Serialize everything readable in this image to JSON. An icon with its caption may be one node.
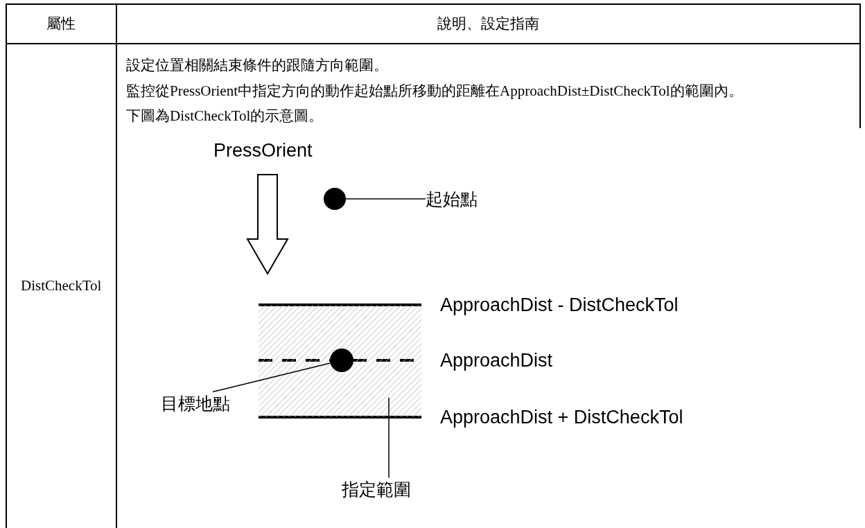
{
  "diagram": {
    "nodes": [
      {
        "text": [],
        "shape": "circle"
      },
      {
        "text": [
          "起始點"
        ]
      },
      {
        "text": [],
        "shape": "box"
      },
      {
        "text": [],
        "shape": "circle",
        "in": 2
      },
      {
        "text": [
          "目標地點"
        ]
      },
      {
        "text": [
          "指定範圍"
        ]
      }
    ],
    "edges": [
      {
        "from": 1,
        "to": 0,
        "arrow": "none"
      },
      {
        "from": 4,
        "to": 3,
        "arrow": "none"
      },
      {
        "from": 5,
        "to": 2,
        "arrow": "none"
      }
    ],
    "labels": [
      "屬性",
      "說明、設定指南",
      "DistCheckTol",
      "設定位置相關結束條件的跟隨方向範圍。",
      "監控從PressOrient中指定方向的動作起始點所移動的距離在ApproachDist±DistCheckTol的範圍內。",
      "下圖為DistCheckTol的示意圖。",
      "PressOrient",
      "ApproachDist - DistCheckTol",
      "ApproachDist",
      "ApproachDist + DistCheckTol"
    ]
  }
}
